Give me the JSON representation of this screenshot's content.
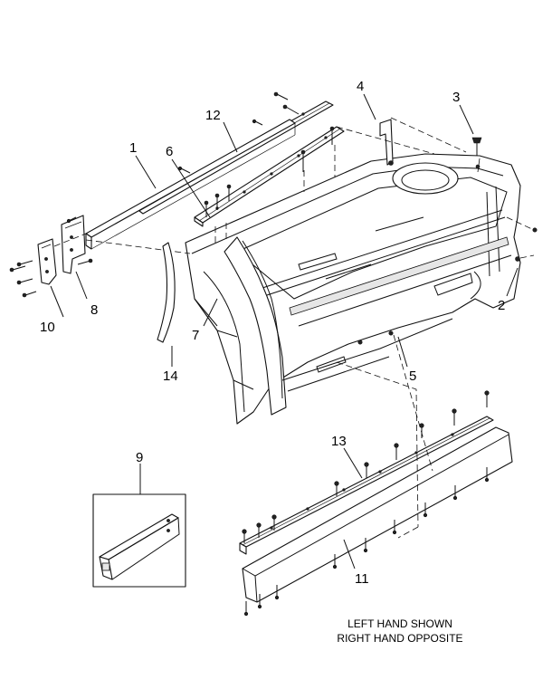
{
  "callouts": [
    "1",
    "2",
    "3",
    "4",
    "5",
    "6",
    "7",
    "8",
    "9",
    "10",
    "11",
    "12",
    "13",
    "14"
  ],
  "note": {
    "line1": "LEFT HAND SHOWN",
    "line2": "RIGHT HAND OPPOSITE"
  }
}
